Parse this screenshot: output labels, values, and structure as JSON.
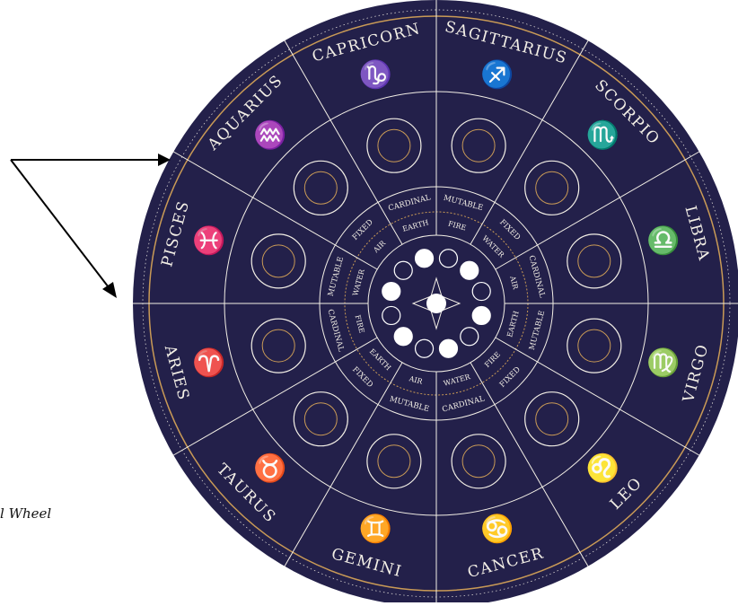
{
  "caption": "l Wheel",
  "colors": {
    "navy": "#23204a",
    "gold": "#c99a56",
    "line": "#f3efe6",
    "arrow": "#000000"
  },
  "signs": [
    {
      "name": "CAPRICORN",
      "glyph": "♑"
    },
    {
      "name": "AQUARIUS",
      "glyph": "♒"
    },
    {
      "name": "PISCES",
      "glyph": "♓"
    },
    {
      "name": "ARIES",
      "glyph": "♈"
    },
    {
      "name": "TAURUS",
      "glyph": "♉"
    },
    {
      "name": "GEMINI",
      "glyph": "♊"
    },
    {
      "name": "CANCER",
      "glyph": "♋"
    },
    {
      "name": "LEO",
      "glyph": "♌"
    },
    {
      "name": "VIRGO",
      "glyph": "♍"
    },
    {
      "name": "LIBRA",
      "glyph": "♎"
    },
    {
      "name": "SCORPIO",
      "glyph": "♏"
    },
    {
      "name": "SAGITTARIUS",
      "glyph": "♐"
    }
  ],
  "modalities": [
    "CARDINAL",
    "FIXED",
    "MUTABLE",
    "CARDINAL",
    "FIXED",
    "MUTABLE",
    "CARDINAL",
    "FIXED",
    "MUTABLE",
    "CARDINAL",
    "FIXED",
    "MUTABLE"
  ],
  "elements": [
    "EARTH",
    "AIR",
    "WATER",
    "FIRE",
    "EARTH",
    "AIR",
    "WATER",
    "FIRE",
    "EARTH",
    "AIR",
    "WATER",
    "FIRE"
  ],
  "modalities_order_note": "",
  "elements_order_note": ""
}
